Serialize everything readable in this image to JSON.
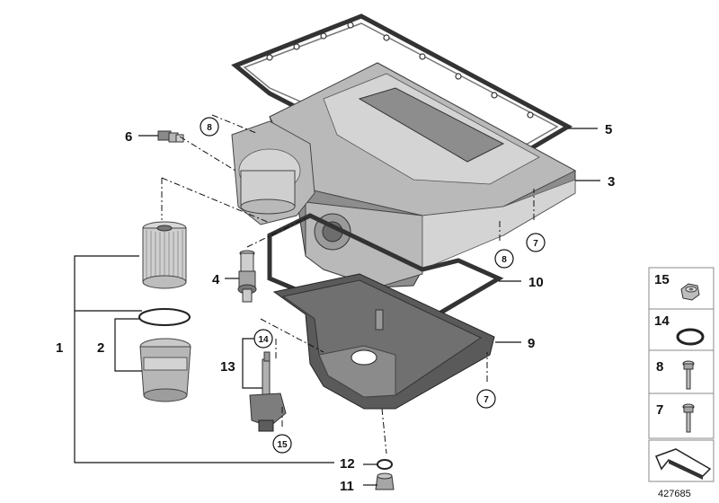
{
  "callouts": {
    "c1": "1",
    "c2": "2",
    "c3": "3",
    "c4": "4",
    "c5": "5",
    "c6": "6",
    "c7": "7",
    "c8": "8",
    "c9": "9",
    "c10": "10",
    "c11": "11",
    "c12": "12",
    "c13": "13"
  },
  "circled": {
    "r8a": "8",
    "r7a": "7",
    "r8b": "8",
    "r7b": "7",
    "r14": "14",
    "r15": "15"
  },
  "legend": {
    "items": [
      "15",
      "14",
      "8",
      "7"
    ]
  },
  "reference_number": "427685"
}
